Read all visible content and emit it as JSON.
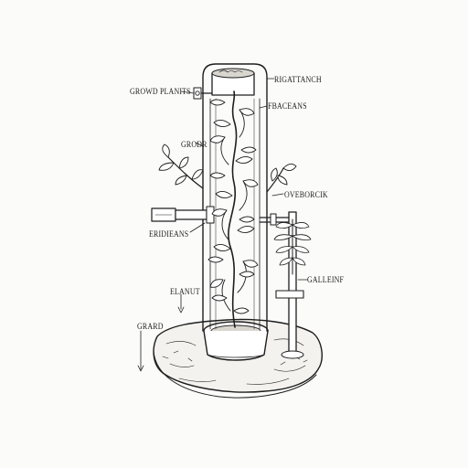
{
  "labels": {
    "ground_plants": "GROWD PLANITS",
    "top_right": "RIGATTANCH",
    "fbacans": "FBACEANS",
    "grodr": "GRODR",
    "oveborcik": "OVEBORCIK",
    "eridieans": "ERIDIEANS",
    "elanut": "ELANUT",
    "galeinf": "GALLEINF",
    "grard": "GRARD"
  },
  "colors": {
    "ink": "#1e1e1e",
    "paper": "#fbfbfa",
    "stone_shade": "#d9d6cf"
  }
}
